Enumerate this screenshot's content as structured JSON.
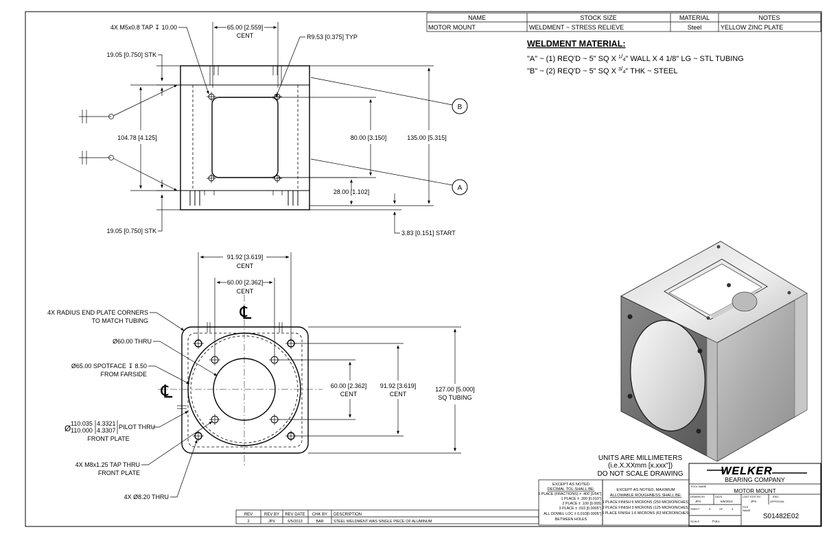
{
  "header_table": {
    "headers": [
      "NAME",
      "STOCK SIZE",
      "MATERIAL",
      "NOTES"
    ],
    "row": [
      "MOTOR MOUNT",
      "WELDMENT ~ STRESS RELIEVE",
      "Steel",
      "YELLOW ZINC PLATE"
    ]
  },
  "weldment": {
    "title": "WELDMENT MATERIAL:",
    "line_a_pre": "\"A\" ~ (1) REQ'D ~ 5\" SQ X ",
    "line_a_frac_num": "1",
    "line_a_frac_den": "4",
    "line_a_post": "\" WALL X 4 1/8\" LG ~ STL TUBING",
    "line_b_pre": "\"B\" ~ (2) REQ'D ~ 5\" SQ X ",
    "line_b_frac_num": "3",
    "line_b_frac_den": "4",
    "line_b_post": "\" THK ~ STEEL"
  },
  "top_view": {
    "tap_note": "4X M5x0.8 TAP ↧ 10.00",
    "dim_65": "65.00 [2.559]",
    "cent": "CENT",
    "radius": "R9.53 [0.375] TYP",
    "stk_top": "19.05 [0.750] STK",
    "stk_bottom": "19.05 [0.750] STK",
    "dim_104": "104.78 [4.125]",
    "dim_80": "80.00 [3.150]",
    "dim_135": "135.00 [5.315]",
    "dim_28": "28.00 [1.102]",
    "dim_383": "3.83 [0.151] START",
    "callout_a": "A",
    "callout_b": "B"
  },
  "front_view": {
    "dim_9192_top": "91.92 [3.619]",
    "cent_1": "CENT",
    "dim_60_top": "60.00 [2.362]",
    "cent_2": "CENT",
    "radius_note_1": "4X RADIUS END PLATE CORNERS",
    "radius_note_2": "TO MATCH TUBING",
    "thru_60": "Ø60.00 THRU",
    "spotface_1": "Ø65.00 SPOTFACE ↧ 8.50",
    "spotface_2": "FROM FARSIDE",
    "pilot_dia": "Ø",
    "pilot_a": "110.035",
    "pilot_b": "110.000",
    "pilot_c": "4.3321",
    "pilot_d": "4.3307",
    "pilot_thru": "PILOT THRU",
    "pilot_front": "FRONT PLATE",
    "tap_m8_1": "4X M8x1.25 TAP THRU",
    "tap_m8_2": "FRONT PLATE",
    "thru_820": "4X Ø8.20 THRU",
    "dim_60_side": "60.00 [2.362]",
    "cent_3": "CENT",
    "dim_9192_side": "91.92 [3.619]",
    "cent_4": "CENT",
    "dim_127": "127.00 [5.000]",
    "sq_tubing": "SQ TUBING",
    "centerline_sym": "℄"
  },
  "units": {
    "line1": "UNITS ARE MILLIMETERS",
    "line2": "(i.e.X.XXmm [x.xxx\"])",
    "line3": "DO NOT SCALE DRAWING"
  },
  "tolerances": {
    "l1": "EXCEPT AS NOTED",
    "l2": "DECIMAL TOL.SHALL BE:",
    "l3": "0 PLACE (FRACTIONS) ± .400 [1/64\"]",
    "l4": "1 PLACE ± .200 [0.010\"]",
    "l5": "2 PLACE ± .100 [0.005]",
    "l6": "3 PLACE ± .010 [0.0005\"]",
    "l7": "ALL DOWEL LOC ± 0.010[0.0005\"]",
    "l8": "BETWEEN HOLES"
  },
  "roughness": {
    "l1": "EXCEPT AS NOTED, MAXIMUM",
    "l2": "ALLOWABLE ROUGHNESS SHALL BE:",
    "l3": "1 PLACE FINISH 6 MICRONS (250 MICROINCHES)",
    "l4": "2 PLACE FINISH 3 MICRONS (125 MICROINCHES)",
    "l5": "3 PLACE FINISH 1.6 MICRONS (63 MICROINCHES)"
  },
  "title_block": {
    "logo": "WELKER",
    "company": "BEARING COMPANY",
    "tool_name_label": "TOOL NAME",
    "tool_name": "MOTOR MOUNT",
    "drawn_by_label": "DRAWN BY",
    "drawn_by": "JPX",
    "date_label": "DATE",
    "date": "6/5/2013",
    "last_edit_label": "LAST EDIT BY",
    "last_edit": "JPX",
    "eng_label": "ENG",
    "approval": "APPROVAL",
    "sheet_label": "SHEET",
    "sheet_num": "1",
    "of_label": "OF",
    "sheet_total": "1",
    "file_label": "FILE",
    "name_label": "NAME",
    "scale_label": "SCALE",
    "scale": "FULL",
    "file_name": "S01482E02"
  },
  "revision": {
    "headers": [
      "REV",
      "REV BY",
      "REV DATE",
      "CHK BY",
      "DESCRIPTION"
    ],
    "row": [
      "2",
      "JPX",
      "6/5/2013",
      "BAR",
      "STEEL WELDMENT WAS SINGLE PIECE OF ALUMINUM"
    ]
  }
}
